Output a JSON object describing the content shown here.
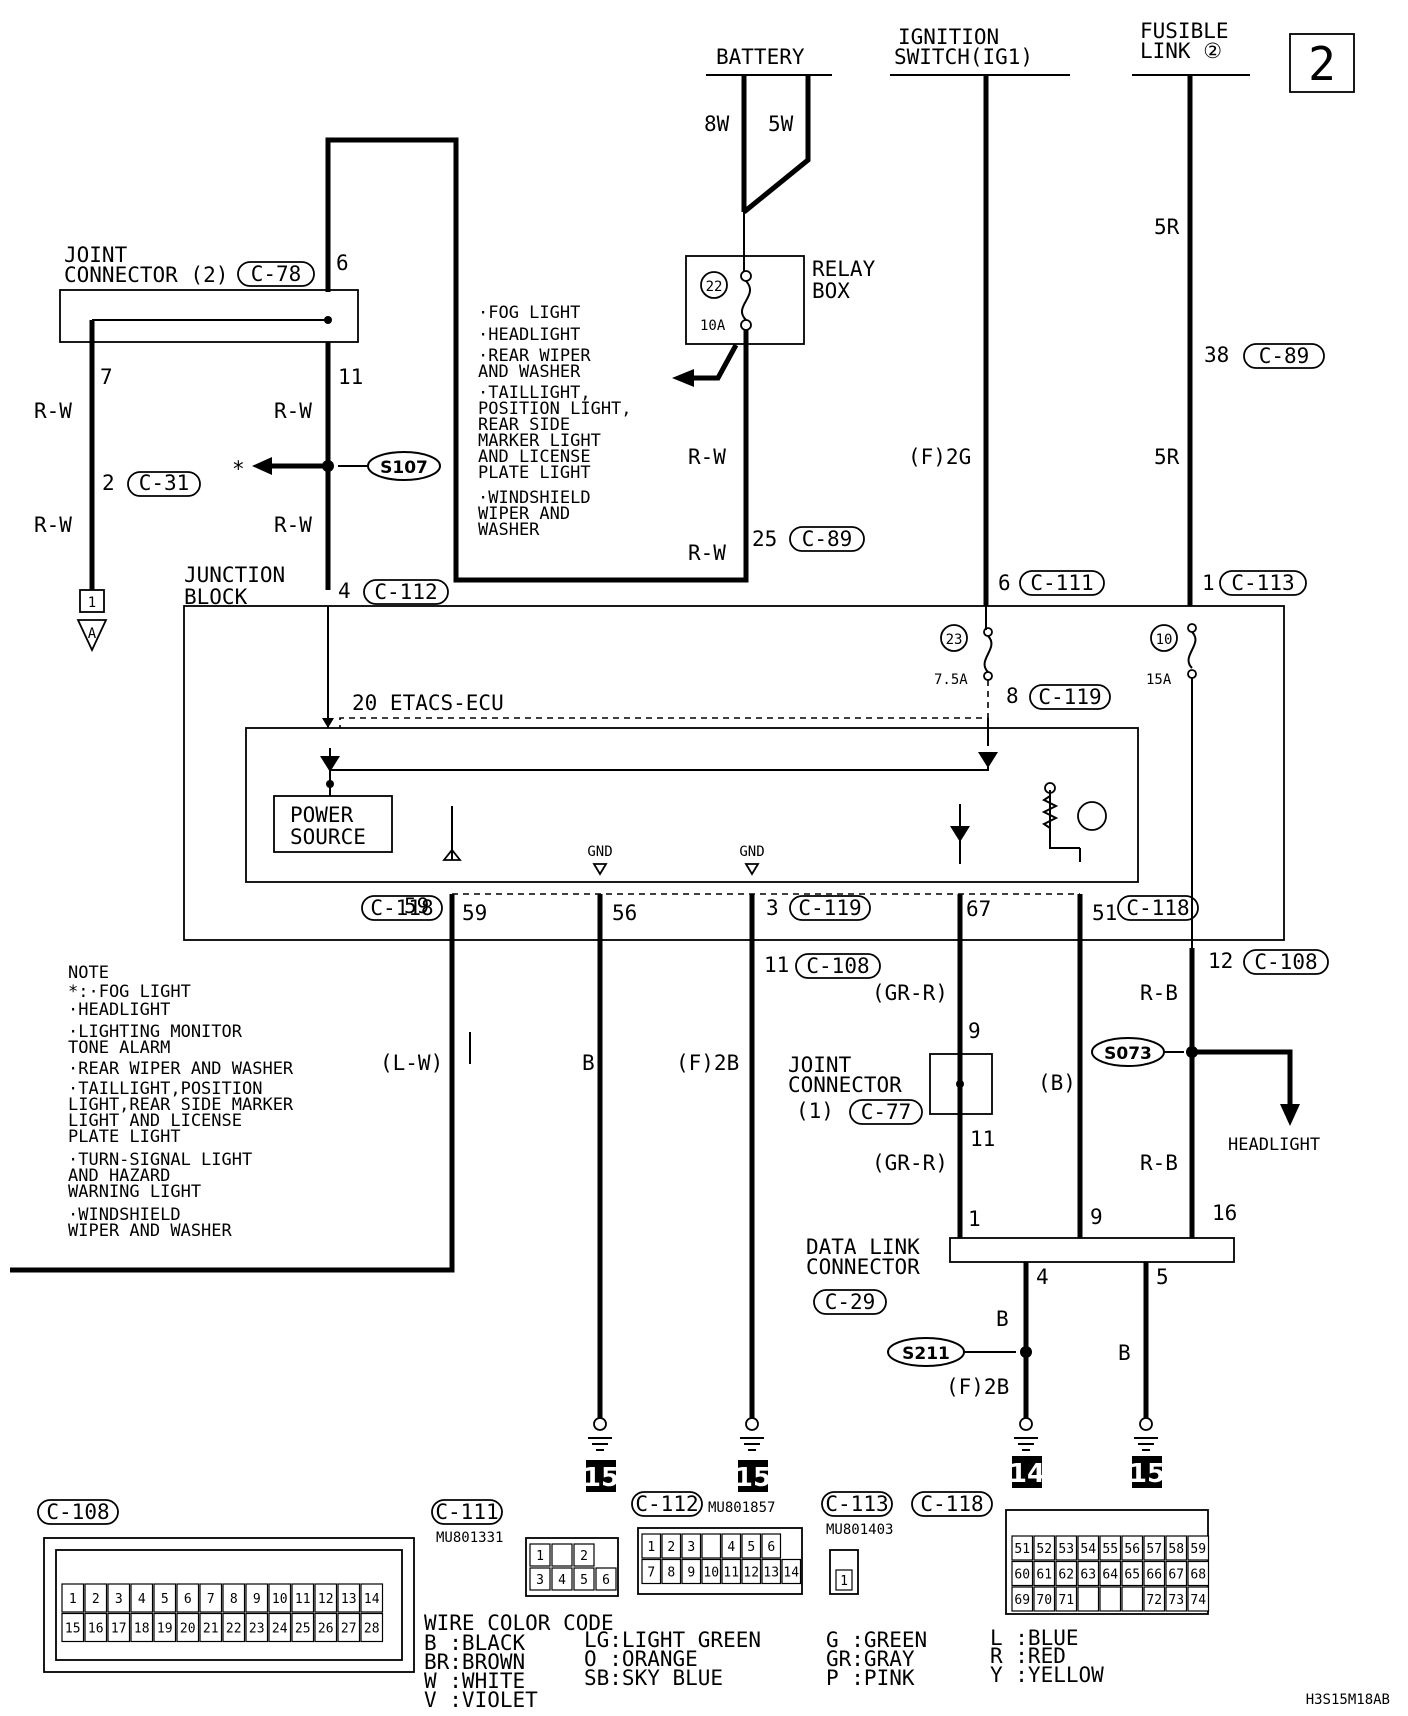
{
  "page_number": "2",
  "footer_code": "H3S15M18AB",
  "sources": {
    "battery": "BATTERY",
    "ignition_l1": "IGNITION",
    "ignition_l2": "SWITCH(IG1)",
    "fusible_l1": "FUSIBLE",
    "fusible_l2": "LINK ②"
  },
  "wire_labels": {
    "w8W": "8W",
    "w5W": "5W",
    "w5R_top": "5R",
    "w5R_mid": "5R",
    "wF2G": "(F)2G",
    "rw_left1": "R-W",
    "rw_left2": "R-W",
    "rw_mid1": "R-W",
    "rw_mid2": "R-W",
    "rw_relay1": "R-W",
    "rw_relay2": "R-W",
    "rb_top": "R-B",
    "rb_bot": "R-B",
    "grr_top": "(GR-R)",
    "grr_bot": "(GR-R)",
    "b_mid": "(B)",
    "b56": "B",
    "f2b_3": "(F)2B",
    "lw": "(L-W)",
    "b4": "B",
    "f2b_s211": "(F)2B",
    "b5": "B"
  },
  "relay_box": {
    "l1": "RELAY",
    "l2": "BOX",
    "fuse_no": "22",
    "fuse_amp": "10A"
  },
  "relay_list": [
    "·FOG LIGHT",
    "·HEADLIGHT",
    "·REAR WIPER",
    " AND WASHER",
    "·TAILLIGHT,",
    " POSITION LIGHT,",
    " REAR SIDE",
    " MARKER LIGHT",
    " AND LICENSE",
    " PLATE LIGHT",
    "·WINDSHIELD",
    " WIPER AND",
    " WASHER"
  ],
  "joint2": {
    "l1": "JOINT",
    "l2": "CONNECTOR (2)",
    "conn": "C-78"
  },
  "joint1": {
    "l1": "JOINT",
    "l2": "CONNECTOR",
    "l3": "(1)",
    "conn": "C-77"
  },
  "junction": {
    "l1": "JUNCTION",
    "l2": "BLOCK"
  },
  "ecu_label": "20  ETACS-ECU",
  "power_source": {
    "l1": "POWER",
    "l2": "SOURCE"
  },
  "gnd": "GND",
  "fuse23": {
    "no": "23",
    "amp": "7.5A"
  },
  "fuse10": {
    "no": "10",
    "amp": "15A"
  },
  "splices": {
    "s107": "S107",
    "s073": "S073",
    "s211": "S211"
  },
  "asterisk": "*",
  "headlight": "HEADLIGHT",
  "pins": {
    "p6": "6",
    "p7": "7",
    "p11": "11",
    "p2": "2",
    "p4": "4",
    "p25": "25",
    "p38": "38",
    "p6b": "6",
    "p1": "1",
    "p8": "8",
    "p59": "59",
    "p56": "56",
    "p3": "3",
    "p67": "67",
    "p51": "51",
    "p11b": "11",
    "p12": "12",
    "p9": "9",
    "p11c": "11",
    "p1b": "1",
    "p9b": "9",
    "p16": "16",
    "p4b": "4",
    "p5": "5",
    "ground_a": "1",
    "ground_a_letter": "A"
  },
  "conns": {
    "c31": "C-31",
    "c112": "C-112",
    "c89a": "C-89",
    "c89b": "C-89",
    "c111": "C-111",
    "c113": "C-113",
    "c119a": "C-119",
    "c118a": "C-118",
    "c119b": "C-119",
    "c118b": "C-118",
    "c108a": "C-108",
    "c108b": "C-108",
    "c29": "C-29"
  },
  "dlc": {
    "l1": "DATA LINK",
    "l2": "CONNECTOR"
  },
  "grounds": [
    "15",
    "15",
    "14",
    "15"
  ],
  "note": {
    "title": "NOTE",
    "lines": [
      "*:·FOG LIGHT",
      "  ·HEADLIGHT",
      "  ·LIGHTING MONITOR",
      "   TONE ALARM",
      "  ·REAR WIPER AND WASHER",
      "  ·TAILLIGHT,POSITION",
      "   LIGHT,REAR SIDE MARKER",
      "   LIGHT AND LICENSE",
      "   PLATE LIGHT",
      "  ·TURN-SIGNAL LIGHT",
      "   AND HAZARD",
      "   WARNING LIGHT",
      "  ·WINDSHIELD",
      "   WIPER AND WASHER"
    ]
  },
  "connector_views": {
    "c108": {
      "label": "C-108",
      "row1": [
        "1",
        "2",
        "3",
        "4",
        "5",
        "6",
        "7",
        "8",
        "9",
        "10",
        "11",
        "12",
        "13",
        "14"
      ],
      "row2": [
        "15",
        "16",
        "17",
        "18",
        "19",
        "20",
        "21",
        "22",
        "23",
        "24",
        "25",
        "26",
        "27",
        "28"
      ]
    },
    "c111": {
      "label": "C-111",
      "part": "MU801331",
      "row1": [
        "1",
        "",
        "2"
      ],
      "row2": [
        "3",
        "4",
        "5",
        "6"
      ]
    },
    "c112": {
      "label": "C-112",
      "part": "MU801857",
      "row1": [
        "1",
        "2",
        "3",
        "",
        "4",
        "5",
        "6"
      ],
      "row2": [
        "7",
        "8",
        "9",
        "10",
        "11",
        "12",
        "13",
        "14"
      ]
    },
    "c113": {
      "label": "C-113",
      "part": "MU801403",
      "row1": [
        "1"
      ]
    },
    "c118": {
      "label": "C-118",
      "row1": [
        "51",
        "52",
        "53",
        "54",
        "55",
        "56",
        "57",
        "58",
        "59"
      ],
      "row2": [
        "60",
        "61",
        "62",
        "63",
        "64",
        "65",
        "66",
        "67",
        "68"
      ],
      "row3": [
        "69",
        "70",
        "71",
        "",
        "",
        "",
        "72",
        "73",
        "74"
      ]
    }
  },
  "wire_color_code": {
    "title": "WIRE COLOR CODE",
    "col1": [
      "B :BLACK",
      "BR:BROWN",
      "W :WHITE",
      "V :VIOLET"
    ],
    "col2": [
      "LG:LIGHT GREEN",
      "O :ORANGE",
      "SB:SKY BLUE"
    ],
    "col3": [
      "G :GREEN",
      "GR:GRAY",
      "P :PINK"
    ],
    "col4": [
      "L :BLUE",
      "R :RED",
      "Y :YELLOW"
    ]
  }
}
